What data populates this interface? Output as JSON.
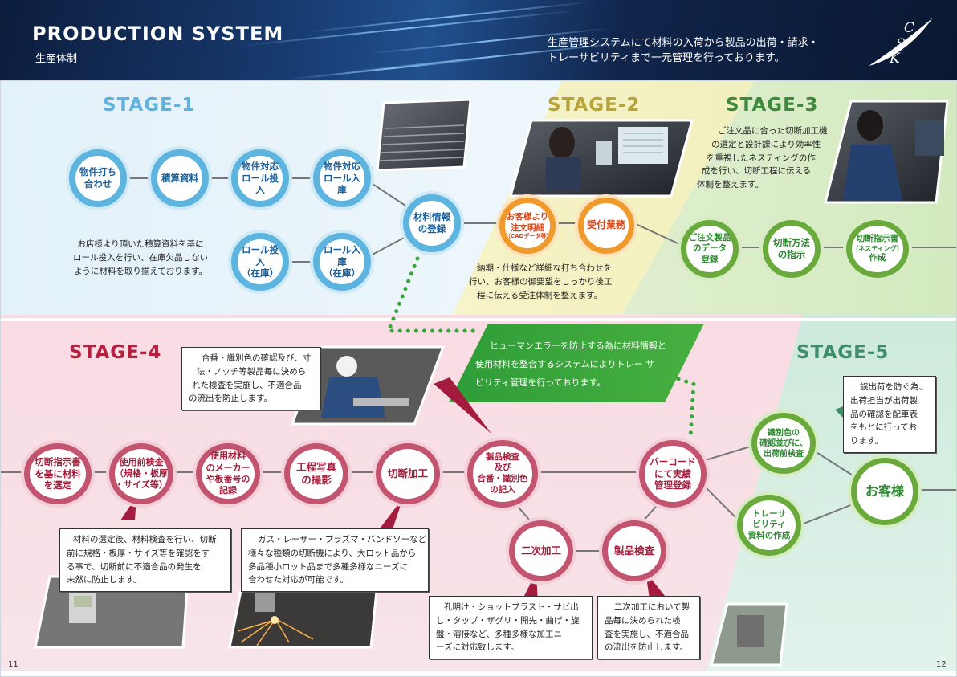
{
  "header": {
    "title": "PRODUCTION SYSTEM",
    "subtitle": "生産体制",
    "description_line1": "生産管理システムにて材料の入荷から製品の出荷・請求・",
    "description_line2": "トレーサビリティまで一元管理を行っております。",
    "logo_letters": [
      "C",
      "S",
      "K"
    ]
  },
  "stages": {
    "s1": "STAGE-1",
    "s2": "STAGE-2",
    "s3": "STAGE-3",
    "s4": "STAGE-4",
    "s5": "STAGE-5"
  },
  "colors": {
    "stage1": "#5fb2de",
    "stage2": "#b8a23a",
    "stage3": "#3f8a3f",
    "stage4": "#b5203f",
    "stage5": "#3e8e6a",
    "banner": "#3aa53c",
    "header": "#112a55"
  },
  "nodes": {
    "n1": "物件打ち\n合わせ",
    "n2": "積算資料",
    "n3": "物件対応\nロール投入",
    "n4": "物件対応\nロール入庫",
    "n5": "ロール投入\n（在庫）",
    "n6": "ロール入庫\n（在庫）",
    "n7": "材料情報\nの登録",
    "n8_main": "お客様より\n注文明細",
    "n8_small": "（CADデータ等）",
    "n9": "受付業務",
    "n10": "ご注文製品\nのデータ\n登録",
    "n11": "切断方法\nの指示",
    "n12_a": "切断指示書",
    "n12_small": "（ネスティング）",
    "n12_b": "作成",
    "r1": "切断指示書\nを基に材料\nを選定",
    "r2_a": "使用前検査",
    "r2_b": "（規格・板厚\n・サイズ等）",
    "r3": "使用材料\nのメーカー\nや板番号の\n記録",
    "r4": "工程写真\nの撮影",
    "r5": "切断加工",
    "r6": "製品検査\n及び\n合番・識別色\nの記入",
    "r7": "二次加工",
    "r8": "製品検査",
    "r9": "バーコード\nにて実績\n管理登録",
    "g1": "識別色の\n確認並びに、\n出荷前検査",
    "g2": "トレーサ\nビリティ\n資料の作成",
    "g3": "お客様"
  },
  "texts": {
    "stage1": [
      "お店様より頂いた積算資料を基に",
      "ロール投入を行い、在庫欠品しない",
      "ように材料を取り揃えております。"
    ],
    "stage2": [
      "納期・仕様など詳細な打ち合わせを",
      "行い、お客様の御要望をしっかり後工",
      "程に伝える受注体制を整えます。"
    ],
    "stage3": [
      "ご注文品に合った切断加工機",
      "の選定と設計課により効率性",
      "を重視したネスティングの作",
      "成を行い、切断工程に伝える",
      "体制を整えます。"
    ],
    "banner": [
      "ヒューマンエラーを防止する為に材料情報と",
      "使用材料を整合するシステムによりトレー サ",
      "ビリティ管理を行っております。"
    ],
    "box_inspect": [
      "合番・識別色の確認及び、寸",
      "法・ノッチ等製品毎に決めら",
      "れた検査を実施し、不適合品",
      "の流出を防止します。"
    ],
    "box_material": [
      "材料の選定後、材料検査を行い、切断",
      "前に規格・板厚・サイズ等を確認をす",
      "る事で、切断前に不適合品の発生を",
      "未然に防止します。"
    ],
    "box_cutting": [
      "ガス・レーザー・プラズマ・バンドソーなど",
      "様々な種類の切断機により、大ロット品から",
      "多品種小ロット品まで多種多様なニーズに",
      "合わせた対応が可能です。"
    ],
    "box_secondary": [
      "孔明け・ショットブラスト・サビ出",
      "し・タップ・ザグリ・開先・曲げ・旋",
      "盤・溶接など、多種多様な加工ニ",
      "ーズに対応致します。"
    ],
    "box_product": [
      "二次加工において製",
      "品毎に決められた検",
      "査を実施し、不適合品",
      "の流出を防止します。"
    ],
    "box_shipping": [
      "誤出荷を防ぐ為、",
      "出荷担当が出荷製",
      "品の確認を配車表",
      "をもとに行ってお",
      "ります。"
    ]
  },
  "pages": {
    "left": "11",
    "right": "12"
  }
}
